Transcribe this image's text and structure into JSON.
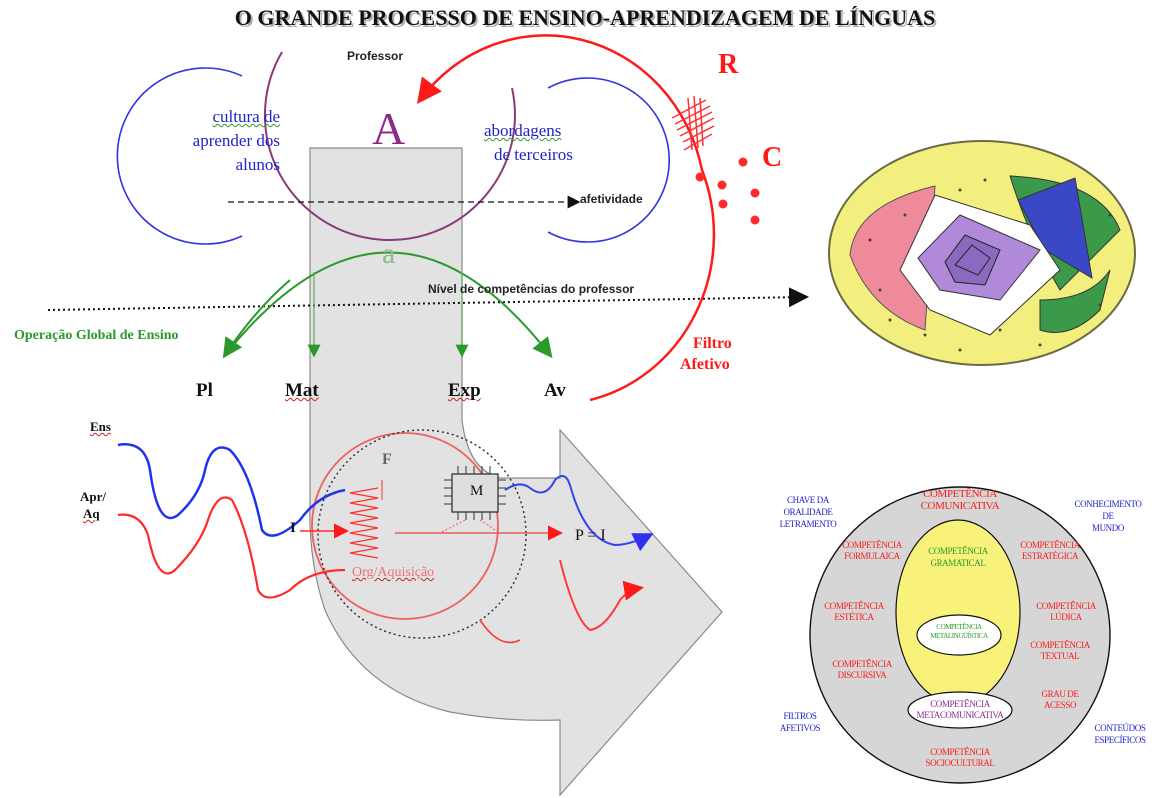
{
  "title": "O GRANDE PROCESSO DE ENSINO-APRENDIZAGEM DE LÍNGUAS",
  "labels": {
    "professor": "Professor",
    "cultura_1": "cultura de",
    "cultura_2": "aprender dos",
    "cultura_3": "alunos",
    "abordagens_1": "abordagens",
    "abordagens_2": "de terceiros",
    "big_a": "A",
    "small_a": "a",
    "afetividade": "afetividade",
    "nivel": "Nível de competências do professor",
    "operacao": "Operação Global de Ensino",
    "pl": "Pl",
    "mat": "Mat",
    "exp": "Exp",
    "av": "Av",
    "r": "R",
    "c": "C",
    "filtro_1": "Filtro",
    "filtro_2": "Afetivo",
    "ens": "Ens",
    "apr_1": "Apr/",
    "apr_2": "Aq",
    "i": "I",
    "f": "F",
    "m": "M",
    "piq": "P = I",
    "org": "Org/Aquisição"
  },
  "competencias": {
    "comunicativa_1": "COMPETÊNCIA",
    "comunicativa_2": "COMUNICATIVA",
    "gramatical_1": "COMPETÊNCIA",
    "gramatical_2": "GRAMATICAL",
    "metaling_1": "COMPETÊNCIA",
    "metaling_2": "METALINGÜÍSTICA",
    "metacom_1": "COMPETÊNCIA",
    "metacom_2": "METACOMUNICATIVA",
    "formulaica_1": "COMPETÊNCIA",
    "formulaica_2": "FORMULAICA",
    "estrategica_1": "COMPETÊNCIA",
    "estrategica_2": "ESTRATÉGICA",
    "estetica_1": "COMPETÊNCIA",
    "estetica_2": "ESTÉTICA",
    "ludica_1": "COMPETÊNCIA",
    "ludica_2": "LÚDICA",
    "textual_1": "COMPETÊNCIA",
    "textual_2": "TEXTUAL",
    "discursiva_1": "COMPETÊNCIA",
    "discursiva_2": "DISCURSIVA",
    "grau_1": "GRAU DE",
    "grau_2": "ACESSO",
    "sociocultural_1": "COMPETÊNCIA",
    "sociocultural_2": "SOCIOCULTURAL",
    "chave_1": "CHAVE DA",
    "chave_2": "ORALIDADE",
    "chave_3": "LETRAMENTO",
    "conhecimento_1": "CONHECIMENTO",
    "conhecimento_2": "DE",
    "conhecimento_3": "MUNDO",
    "filtros_1": "FILTROS",
    "filtros_2": "AFETIVOS",
    "conteudos_1": "CONTEÚDOS",
    "conteudos_2": "ESPECÍFICOS"
  },
  "colors": {
    "red": "#ff1a1a",
    "blue": "#2222cc",
    "green": "#2a9a2a",
    "purple": "#8a2a8a",
    "gray_shape": "#dcdcdc",
    "yellow": "#f5f07a"
  }
}
